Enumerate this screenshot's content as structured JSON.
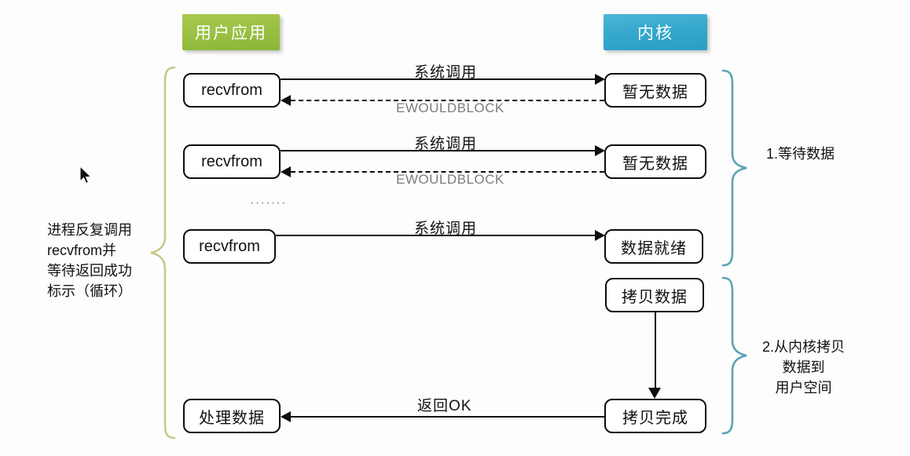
{
  "diagram": {
    "title": "Non-blocking IO recvfrom polling flow",
    "colors": {
      "user_pill": "#9cc144",
      "kernel_pill": "#35a8cc",
      "brace_left": "#c8c88a",
      "brace_right": "#5aa3b5",
      "node_border": "#0d0d0d",
      "muted_text": "#7c7c82",
      "background": "#fdfdfd"
    },
    "headers": {
      "user": "用户应用",
      "kernel": "内核"
    },
    "left_note": {
      "lines": [
        "进程反复调用",
        "recvfrom并",
        "等待返回成功",
        "标示（循环）"
      ]
    },
    "right_notes": [
      {
        "id": "phase-1",
        "lines": [
          "1.等待数据"
        ]
      },
      {
        "id": "phase-2",
        "lines": [
          "2.从内核拷贝",
          "数据到",
          "用户空间"
        ]
      }
    ],
    "rows": [
      {
        "id": "row-1",
        "user_node": "recvfrom",
        "kernel_node": "暂无数据",
        "call_label": "系统调用",
        "return_label": "EWOULDBLOCK",
        "return_style": "dashed"
      },
      {
        "id": "row-2",
        "user_node": "recvfrom",
        "kernel_node": "暂无数据",
        "call_label": "系统调用",
        "return_label": "EWOULDBLOCK",
        "return_style": "dashed"
      },
      {
        "id": "row-3",
        "user_node": "recvfrom",
        "kernel_node": "数据就绪",
        "call_label": "系统调用",
        "return_label": "",
        "return_style": "none"
      }
    ],
    "ellipsis": "·······",
    "copy_phase": {
      "kernel_start_node": "拷贝数据",
      "kernel_end_node": "拷贝完成",
      "user_node": "处理数据",
      "return_label": "返回OK"
    }
  }
}
